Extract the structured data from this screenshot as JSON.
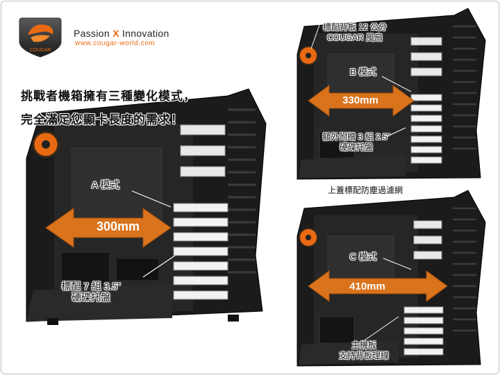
{
  "brand": {
    "name_left": "Passion",
    "name_x": "X",
    "name_right": "Innovation",
    "website": "www.cougar-world.com",
    "logo_text": "COUGAR"
  },
  "headline": {
    "line1": "挑戰者機箱擁有三種變化模式，",
    "line2": "完全滿足您顯卡長度的需求！"
  },
  "mode_a": {
    "mode_label": "A 模式",
    "length": "300mm",
    "note_line1": "標配 7 組 3.5”",
    "note_line2": "硬碟托盤"
  },
  "mode_b": {
    "top_line1": "標配背板 12 公分",
    "top_line2": "COUGAR 風扇",
    "mode_label": "B 模式",
    "length": "330mm",
    "note_line1": "額外附贈 3 組 2.5”",
    "note_line2": "硬碟托盤"
  },
  "mode_c": {
    "top_note": "上蓋標配防塵過濾網",
    "mode_label": "C 模式",
    "length": "410mm",
    "note_line1": "主機板",
    "note_line2": "支持背板理線"
  },
  "colors": {
    "accent": "#e96a12",
    "arrow": "#d9731c",
    "case": "#1c1c1c"
  }
}
